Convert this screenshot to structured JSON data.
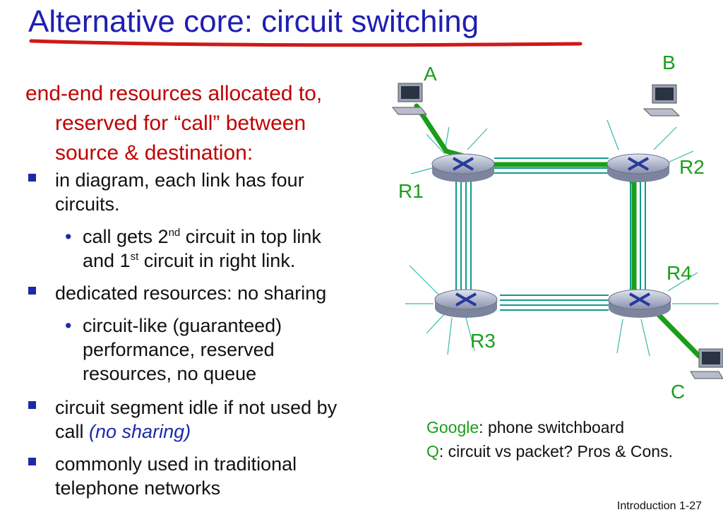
{
  "slide": {
    "title": "Alternative core: circuit switching",
    "intro_line1": "end-end resources allocated to,",
    "intro_line2": "reserved for “call” between",
    "intro_line3": "source & destination:",
    "bullets": {
      "b1_line1": "in diagram, each link has four",
      "b1_line2": "circuits.",
      "sub1a_pre": "call gets 2",
      "sub1a_sup": "nd",
      "sub1a_post": " circuit in top link",
      "sub1b_pre": "and 1",
      "sub1b_sup": "st",
      "sub1b_post": " circuit in right link.",
      "b2": "dedicated resources: no sharing",
      "sub2_line1": "circuit-like (guaranteed)",
      "sub2_line2": "performance, reserved",
      "sub2_line3": "resources, no queue",
      "b3_line1": "circuit segment idle if not used by",
      "b3_pre": "call ",
      "b3_em": "(no sharing)",
      "b4_line1": "commonly used in traditional",
      "b4_line2": "telephone networks"
    },
    "diagram": {
      "host_a": "A",
      "host_b": "B",
      "host_c": "C",
      "router_1": "R1",
      "router_2": "R2",
      "router_3": "R3",
      "router_4": "R4"
    },
    "notes": {
      "google_kw": "Google",
      "google_text": ": phone switchboard",
      "q_kw": "Q",
      "q_text": ": circuit vs packet? Pros & Cons."
    },
    "footer": "Introduction 1-27",
    "colors": {
      "title": "#1f1fb0",
      "intro": "#c00000",
      "link": "#139a8c",
      "path": "#1a9e1a",
      "bullet": "#1c2aa8"
    }
  }
}
